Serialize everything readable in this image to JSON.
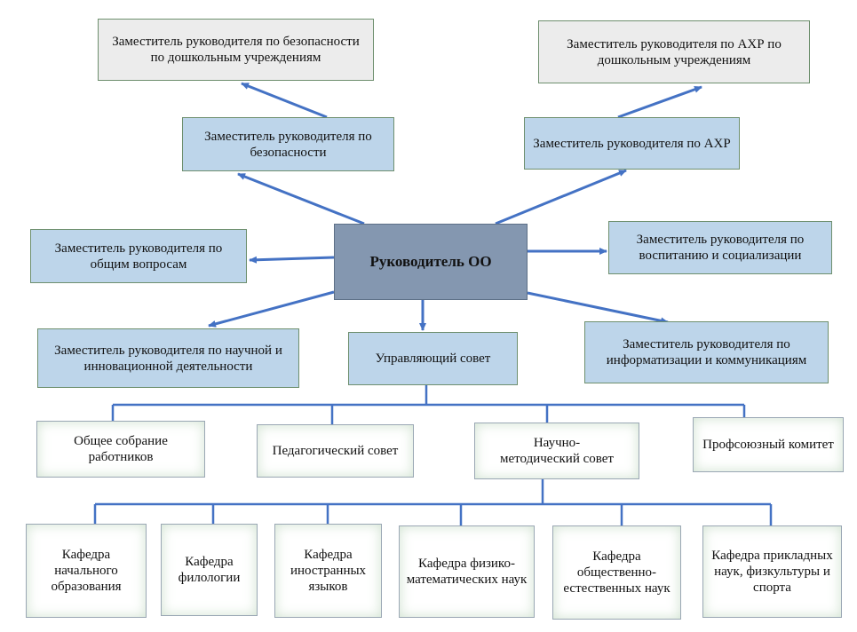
{
  "nodes": {
    "head": "Руководитель ОО",
    "dep_safety_preschool": "Заместитель руководителя по безопасности по дошкольным учреждениям",
    "dep_ahr_preschool": "Заместитель руководителя по АХР по дошкольным учреждениям",
    "dep_safety": "Заместитель руководителя по безопасности",
    "dep_ahr": "Заместитель руководителя по АХР",
    "dep_general": "Заместитель руководителя по общим вопросам",
    "dep_upbringing": "Заместитель руководителя по воспитанию и социализации",
    "dep_science": "Заместитель руководителя по научной и инновационной деятельности",
    "governing_council": "Управляющий совет",
    "dep_it": "Заместитель руководителя по информатизации и коммуникациям",
    "general_meeting": "Общее собрание работников",
    "pedagogical_council": "Педагогический совет",
    "methodical_council": "Научно-\nметодический совет",
    "trade_union": "Профсоюзный комитет",
    "dept_primary": "Кафедра начального образования",
    "dept_philology": "Кафедра филологии",
    "dept_languages": "Кафедра иностранных языков",
    "dept_physmath": "Кафедра физико-математических наук",
    "dept_social": "Кафедра общественно-естественных наук",
    "dept_applied": "Кафедра прикладных наук, физкультуры и спорта"
  },
  "colors": {
    "connector": "#4472c4",
    "head_fill": "#8497b0",
    "blue_fill": "#bdd5ea",
    "grey_fill": "#ececec"
  }
}
